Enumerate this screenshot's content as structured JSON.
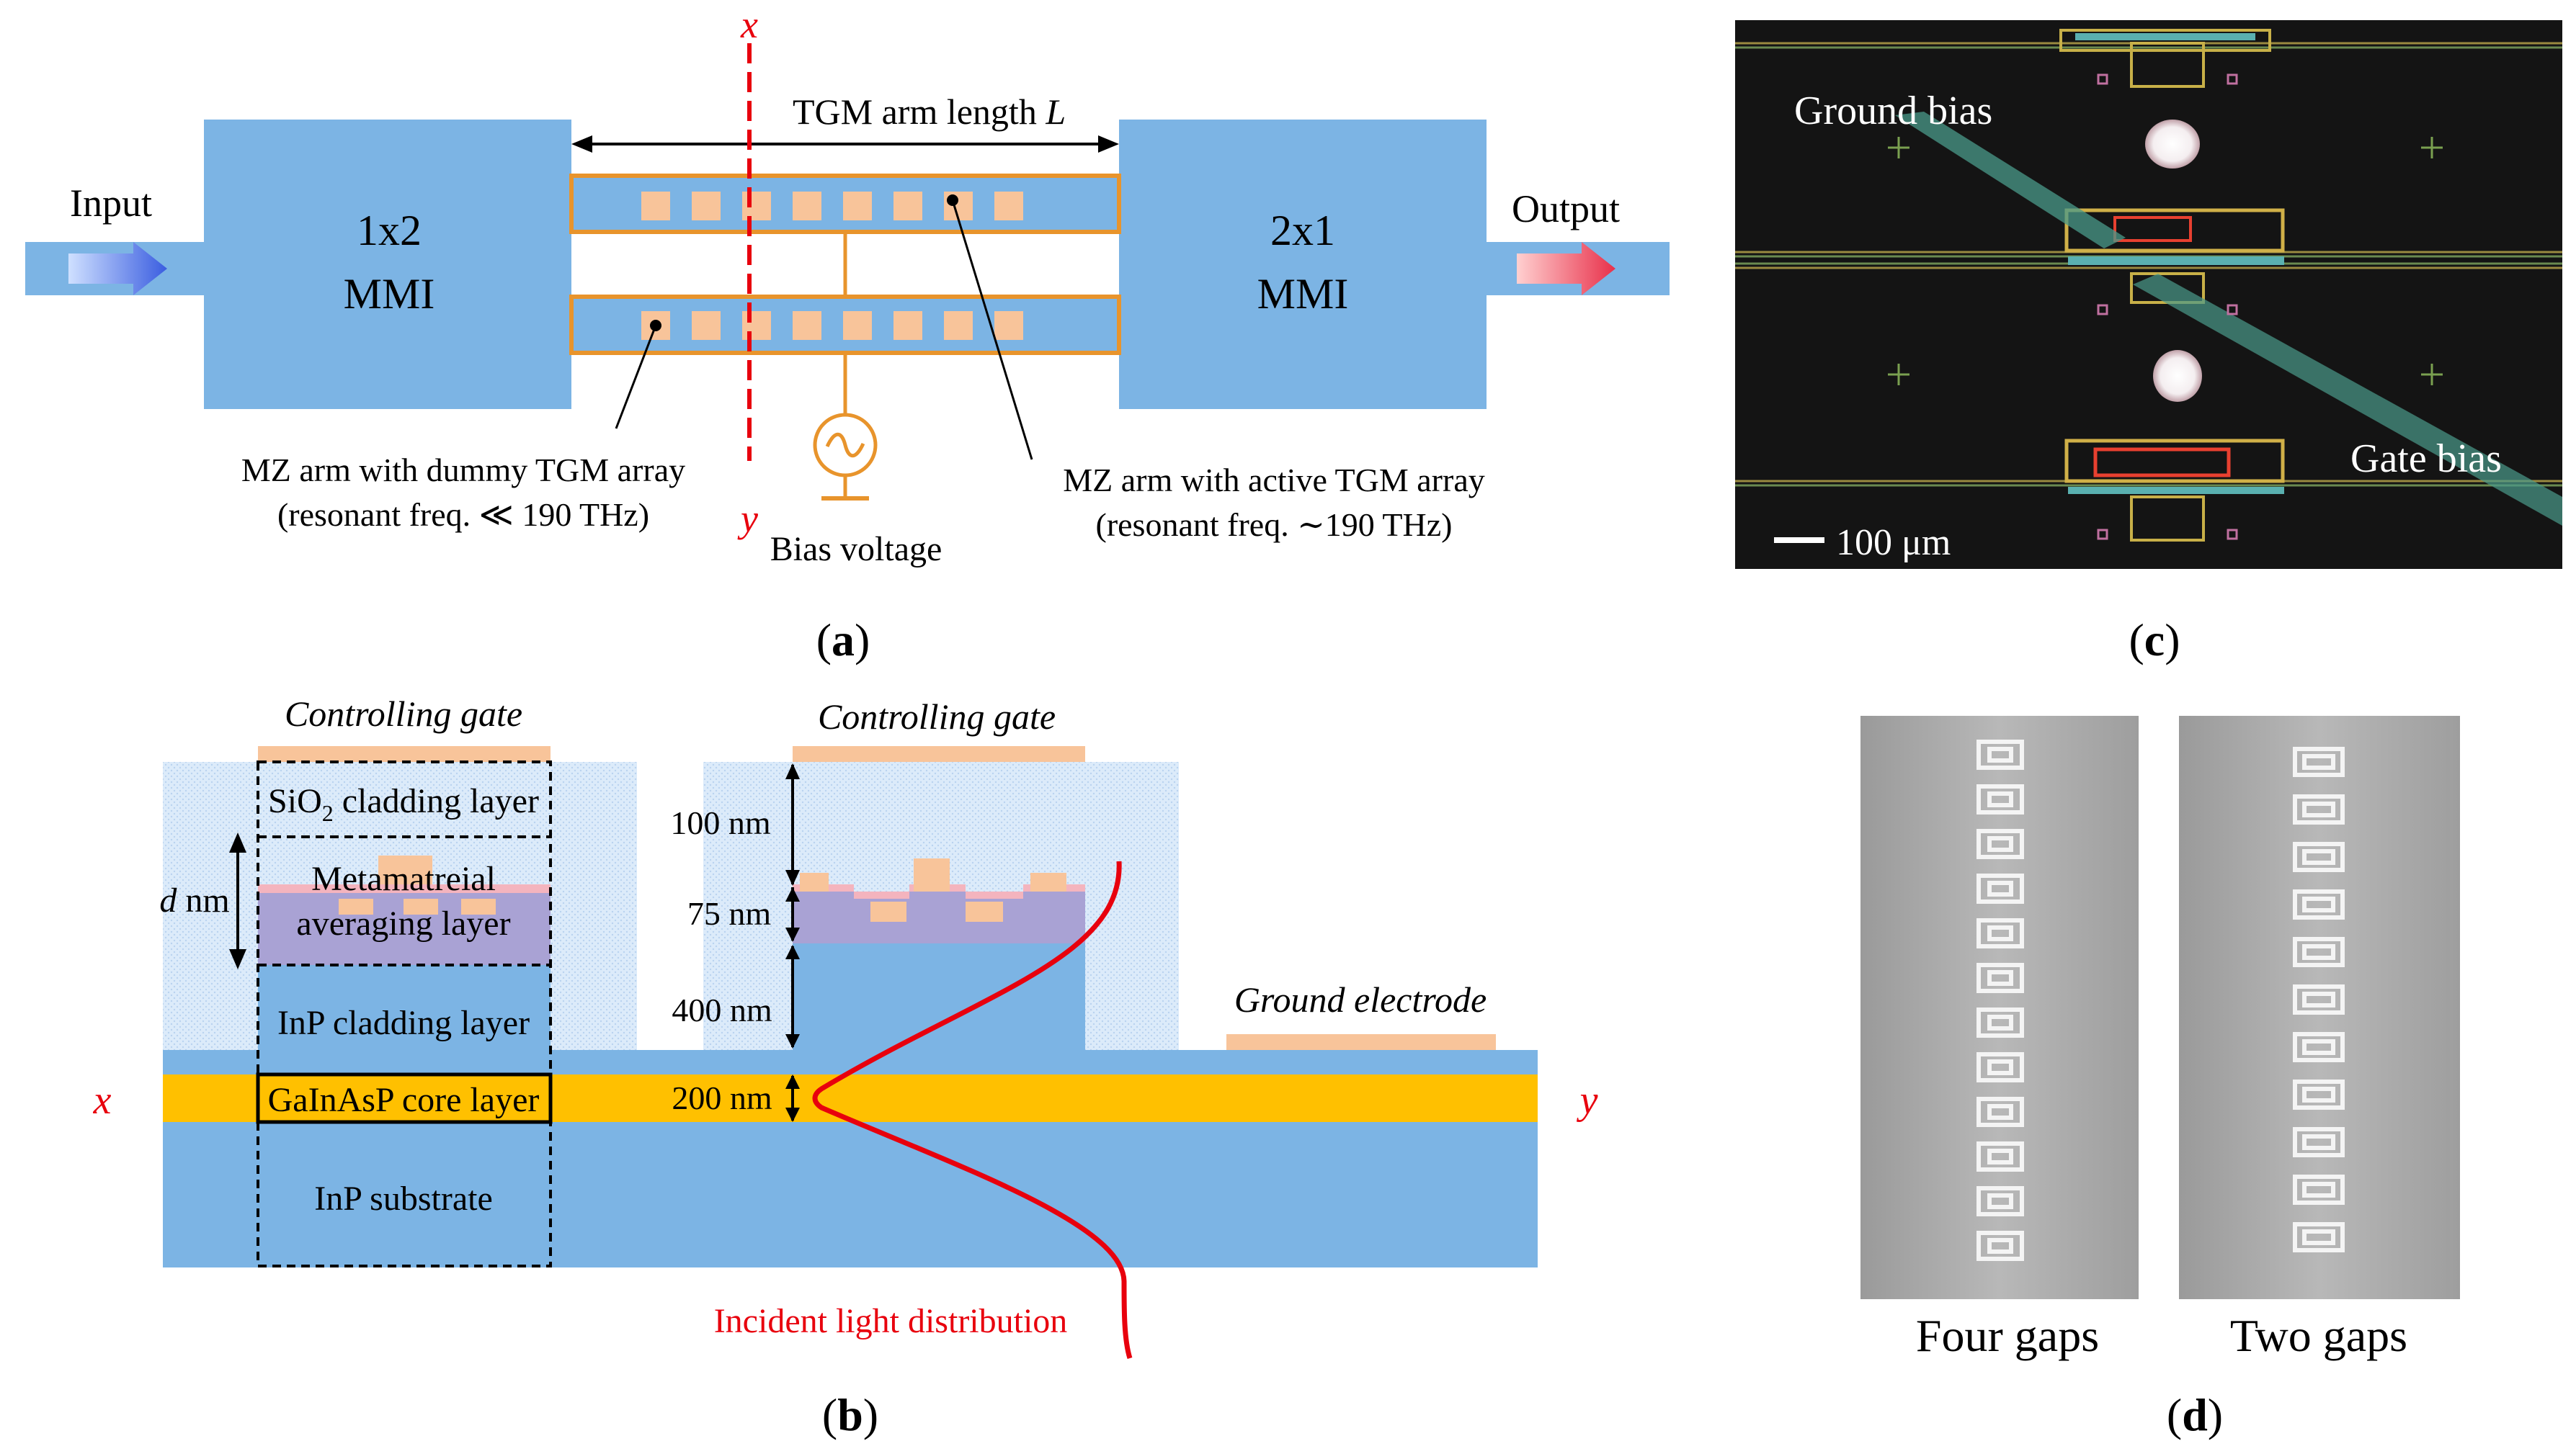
{
  "panel_a": {
    "label": "a",
    "input": "Input",
    "output": "Output",
    "mmi_left": {
      "line1": "1x2",
      "line2": "MMI"
    },
    "mmi_right": {
      "line1": "2x1",
      "line2": "MMI"
    },
    "arm_length": "TGM arm length",
    "arm_length_symbol": "L",
    "x_mark": "x",
    "y_mark": "y",
    "dummy_arm": {
      "line1": "MZ arm with dummy TGM array",
      "line2": "(resonant freq. ≪ 190 THz)"
    },
    "active_arm": {
      "line1": "MZ arm with active TGM array",
      "line2": "(resonant freq.  ∼190 THz)"
    },
    "bias": "Bias voltage"
  },
  "panel_b": {
    "label": "b",
    "gate_left": "Controlling gate",
    "gate_right": "Controlling gate",
    "sio2": "SiO",
    "sio2_sub": "2",
    "sio2_rest": " cladding layer",
    "meta1": "Metamatreial",
    "meta2": "averaging layer",
    "d_symbol": "d",
    "d_unit": " nm",
    "inp_clad": "InP cladding layer",
    "core": "GaInAsP core layer",
    "substrate": "InP substrate",
    "dim_100": "100 nm",
    "dim_75": "75 nm",
    "dim_400": "400 nm",
    "dim_200": "200 nm",
    "ground": "Ground electrode",
    "x_mark": "x",
    "y_mark": "y",
    "incident": "Incident light distribution"
  },
  "panel_c": {
    "label": "c",
    "ground_bias": "Ground bias",
    "gate_bias": "Gate bias",
    "scale": "100 μm"
  },
  "panel_d": {
    "label": "d",
    "four_gaps": "Four gaps",
    "two_gaps": "Two gaps"
  },
  "colors": {
    "waveguide_blue": "#7cb4e4",
    "gold": "#ffc000",
    "electrode": "#f8c49a",
    "red": "#e8000d",
    "orange": "#e8942c"
  }
}
